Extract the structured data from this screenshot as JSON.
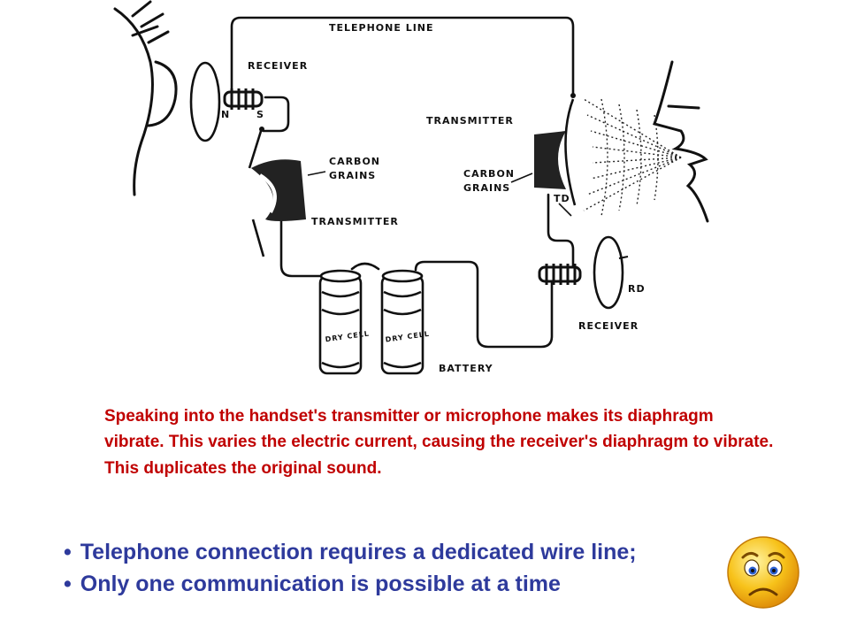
{
  "diagram": {
    "labels": {
      "telephone_line": "TELEPHONE LINE",
      "receiver_left": "RECEIVER",
      "n": "N",
      "s": "S",
      "carbon_left_1": "CARBON",
      "carbon_left_2": "GRAINS",
      "transmitter_left": "TRANSMITTER",
      "transmitter_right": "TRANSMITTER",
      "carbon_right_1": "CARBON",
      "carbon_right_2": "GRAINS",
      "td": "TD",
      "rd": "RD",
      "receiver_right": "RECEIVER",
      "battery": "BATTERY",
      "dry_cell_1": "DRY CELL",
      "dry_cell_2": "DRY CELL"
    }
  },
  "caption": "Speaking into the handset's transmitter or microphone makes its diaphragm vibrate. This varies the electric current, causing the receiver's diaphragm to vibrate. This duplicates the original sound.",
  "bullets": [
    "Telephone connection requires a dedicated wire line;",
    "Only one communication is possible at a time"
  ],
  "colors": {
    "caption": "#c00000",
    "bullets": "#2e3a9c",
    "face": "#f7c21a"
  },
  "icons": {
    "face": "sad-face-icon"
  }
}
